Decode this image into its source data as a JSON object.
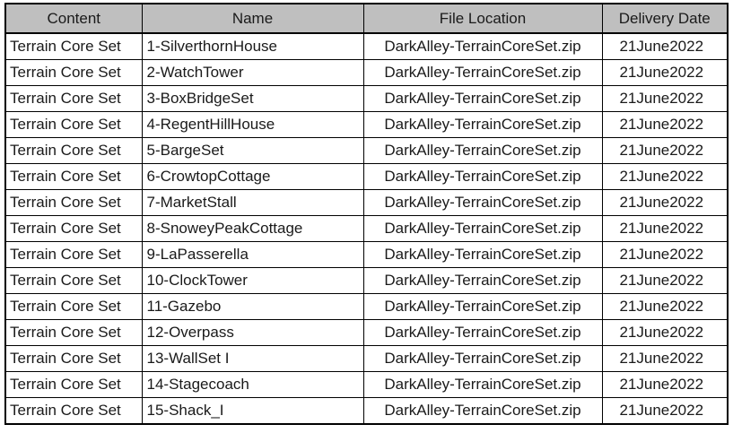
{
  "table": {
    "columns": [
      {
        "key": "content",
        "label": "Content"
      },
      {
        "key": "name",
        "label": "Name"
      },
      {
        "key": "file_location",
        "label": "File Location"
      },
      {
        "key": "delivery_date",
        "label": "Delivery Date"
      }
    ],
    "header_background": "#bfbfbf",
    "border_color": "#000000",
    "text_color": "#1a1a1a",
    "row_count": 15,
    "rows": [
      {
        "content": "Terrain Core Set",
        "name": "1-SilverthornHouse",
        "file_location": "DarkAlley-TerrainCoreSet.zip",
        "delivery_date": "21June2022"
      },
      {
        "content": "Terrain Core Set",
        "name": "2-WatchTower",
        "file_location": "DarkAlley-TerrainCoreSet.zip",
        "delivery_date": "21June2022"
      },
      {
        "content": "Terrain Core Set",
        "name": "3-BoxBridgeSet",
        "file_location": "DarkAlley-TerrainCoreSet.zip",
        "delivery_date": "21June2022"
      },
      {
        "content": "Terrain Core Set",
        "name": "4-RegentHillHouse",
        "file_location": "DarkAlley-TerrainCoreSet.zip",
        "delivery_date": "21June2022"
      },
      {
        "content": "Terrain Core Set",
        "name": "5-BargeSet",
        "file_location": "DarkAlley-TerrainCoreSet.zip",
        "delivery_date": "21June2022"
      },
      {
        "content": "Terrain Core Set",
        "name": "6-CrowtopCottage",
        "file_location": "DarkAlley-TerrainCoreSet.zip",
        "delivery_date": "21June2022"
      },
      {
        "content": "Terrain Core Set",
        "name": "7-MarketStall",
        "file_location": "DarkAlley-TerrainCoreSet.zip",
        "delivery_date": "21June2022"
      },
      {
        "content": "Terrain Core Set",
        "name": "8-SnoweyPeakCottage",
        "file_location": "DarkAlley-TerrainCoreSet.zip",
        "delivery_date": "21June2022"
      },
      {
        "content": "Terrain Core Set",
        "name": "9-LaPasserella",
        "file_location": "DarkAlley-TerrainCoreSet.zip",
        "delivery_date": "21June2022"
      },
      {
        "content": "Terrain Core Set",
        "name": "10-ClockTower",
        "file_location": "DarkAlley-TerrainCoreSet.zip",
        "delivery_date": "21June2022"
      },
      {
        "content": "Terrain Core Set",
        "name": "11-Gazebo",
        "file_location": "DarkAlley-TerrainCoreSet.zip",
        "delivery_date": "21June2022"
      },
      {
        "content": "Terrain Core Set",
        "name": "12-Overpass",
        "file_location": "DarkAlley-TerrainCoreSet.zip",
        "delivery_date": "21June2022"
      },
      {
        "content": "Terrain Core Set",
        "name": "13-WallSet I",
        "file_location": "DarkAlley-TerrainCoreSet.zip",
        "delivery_date": "21June2022"
      },
      {
        "content": "Terrain Core Set",
        "name": "14-Stagecoach",
        "file_location": "DarkAlley-TerrainCoreSet.zip",
        "delivery_date": "21June2022"
      },
      {
        "content": "Terrain Core Set",
        "name": "15-Shack_I",
        "file_location": "DarkAlley-TerrainCoreSet.zip",
        "delivery_date": "21June2022"
      }
    ]
  }
}
